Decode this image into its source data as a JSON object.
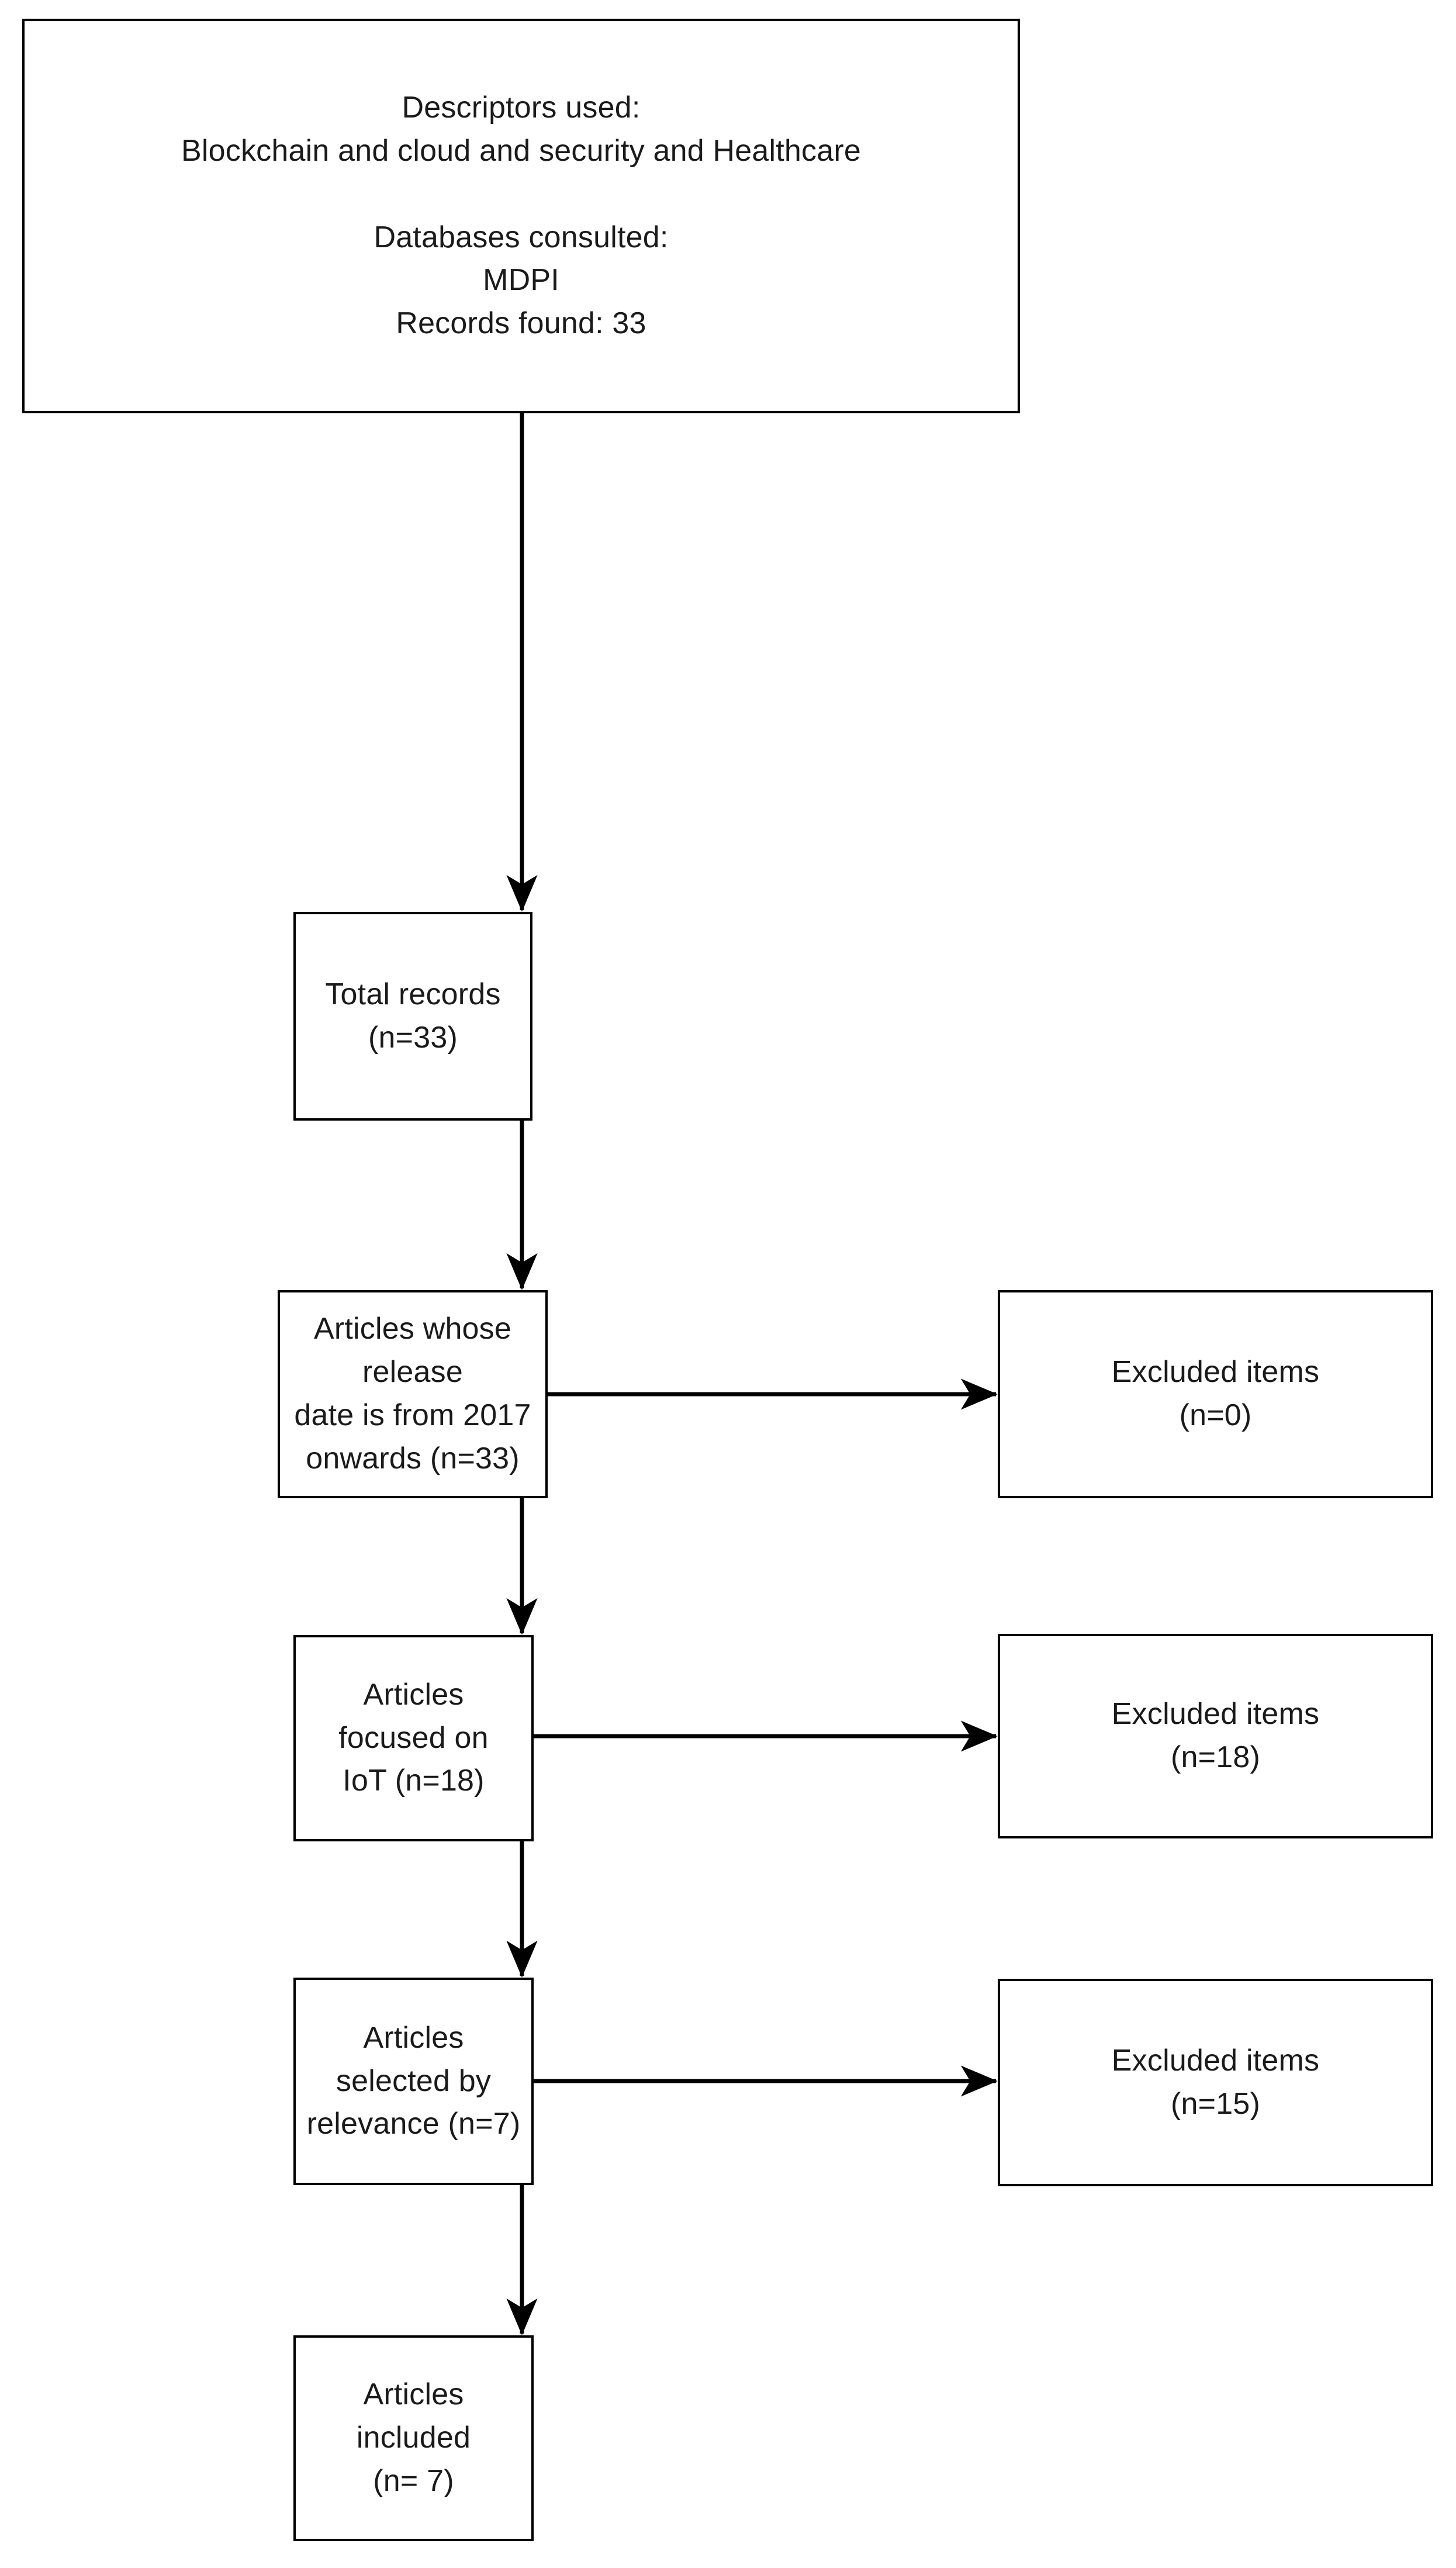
{
  "diagram": {
    "title": "PRISMA-style article selection flow diagram",
    "colors": {
      "box_border": "#000000",
      "box_fill": "#ffffff",
      "text": "#1a1a1a",
      "connector": "#000000"
    },
    "boxes": {
      "search": {
        "name": "search-strategy-box",
        "text": "Descriptors used:\nBlockchain and cloud and security and Healthcare\n\nDatabases consulted:\nMDPI\nRecords found: 33",
        "descriptors_label": "Descriptors used:",
        "descriptors_value": "Blockchain and cloud and security and Healthcare",
        "databases_label": "Databases consulted:",
        "databases_value": "MDPI",
        "records_found": "Records found: 33"
      },
      "total_records": {
        "name": "total-records-box",
        "text": "Total records\n(n=33)",
        "label": "Total records",
        "count": "(n=33)"
      },
      "year_filter": {
        "name": "release-date-filter-box",
        "text": "Articles whose release\ndate is from 2017\nonwards (n=33)",
        "label": "Articles whose release date is from 2017 onwards",
        "count": "(n=33)"
      },
      "iot_filter": {
        "name": "iot-focus-box",
        "text": "Articles focused on\nIoT (n=18)",
        "label": "Articles focused on IoT",
        "count": "(n=18)"
      },
      "relevance_filter": {
        "name": "relevance-selection-box",
        "text": "Articles selected by\nrelevance (n=7)",
        "label": "Articles selected by relevance",
        "count": "(n=7)"
      },
      "included": {
        "name": "articles-included-box",
        "text": "Articles included\n(n= 7)",
        "label": "Articles included",
        "count": "(n= 7)"
      },
      "excluded_year": {
        "name": "excluded-items-year-box",
        "text": "Excluded items\n(n=0)",
        "label": "Excluded items",
        "count": "(n=0)"
      },
      "excluded_iot": {
        "name": "excluded-items-iot-box",
        "text": "Excluded items\n(n=18)",
        "label": "Excluded items",
        "count": "(n=18)"
      },
      "excluded_relevance": {
        "name": "excluded-items-relevance-box",
        "text": "Excluded items\n(n=15)",
        "label": "Excluded items",
        "count": "(n=15)"
      }
    },
    "connectors": [
      {
        "name": "arrow-search-to-total",
        "direction": "down",
        "from": "search",
        "to": "total_records"
      },
      {
        "name": "arrow-total-to-year",
        "direction": "down",
        "from": "total_records",
        "to": "year_filter"
      },
      {
        "name": "arrow-year-to-iot",
        "direction": "down",
        "from": "year_filter",
        "to": "iot_filter"
      },
      {
        "name": "arrow-iot-to-relevance",
        "direction": "down",
        "from": "iot_filter",
        "to": "relevance_filter"
      },
      {
        "name": "arrow-relevance-to-included",
        "direction": "down",
        "from": "relevance_filter",
        "to": "included"
      },
      {
        "name": "arrow-year-to-excluded",
        "direction": "right",
        "from": "year_filter",
        "to": "excluded_year"
      },
      {
        "name": "arrow-iot-to-excluded",
        "direction": "right",
        "from": "iot_filter",
        "to": "excluded_iot"
      },
      {
        "name": "arrow-relevance-to-excluded",
        "direction": "right",
        "from": "relevance_filter",
        "to": "excluded_relevance"
      }
    ]
  }
}
